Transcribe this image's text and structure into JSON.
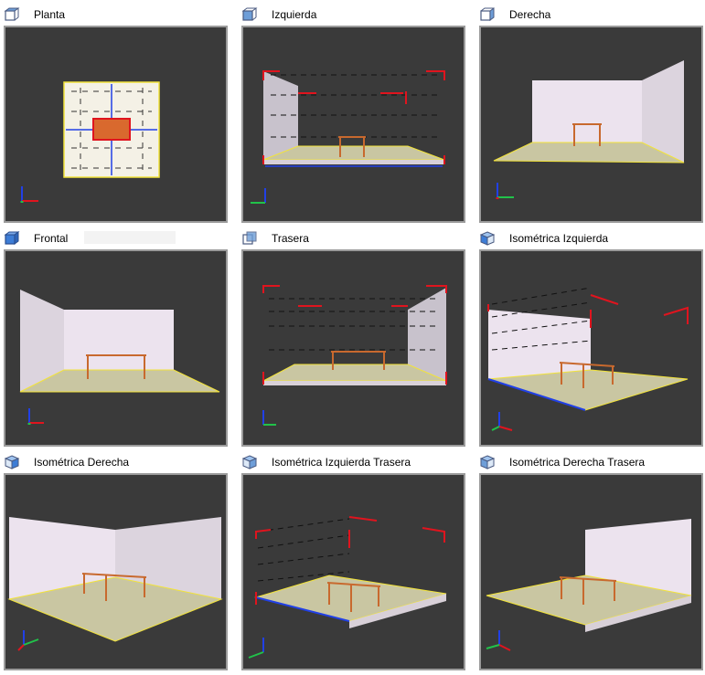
{
  "views": [
    {
      "id": "planta",
      "title": "Planta",
      "icon": "wireframe-cube-top-icon",
      "active": false
    },
    {
      "id": "izquierda",
      "title": "Izquierda",
      "icon": "wireframe-cube-left-icon",
      "active": false
    },
    {
      "id": "derecha",
      "title": "Derecha",
      "icon": "wireframe-cube-right-icon",
      "active": false
    },
    {
      "id": "frontal",
      "title": "Frontal",
      "icon": "solid-cube-front-icon",
      "active": true
    },
    {
      "id": "trasera",
      "title": "Trasera",
      "icon": "wireframe-cube-back-icon",
      "active": false
    },
    {
      "id": "iso-izquierda",
      "title": "Isométrica Izquierda",
      "icon": "iso-cube-left-icon",
      "active": false
    },
    {
      "id": "iso-derecha",
      "title": "Isométrica Derecha",
      "icon": "iso-cube-right-icon",
      "active": false
    },
    {
      "id": "iso-izq-trasera",
      "title": "Isométrica Izquierda Trasera",
      "icon": "iso-cube-left-back-icon",
      "active": false
    },
    {
      "id": "iso-der-trasera",
      "title": "Isométrica Derecha Trasera",
      "icon": "iso-cube-right-back-icon",
      "active": false
    }
  ],
  "colors": {
    "viewport_bg": "#3a3a3a",
    "viewport_border": "#9b9b9b",
    "wall": "#ece3ee",
    "floor": "#c9c6a2",
    "floor_edge": "#f2e33a",
    "table": "#c8692e",
    "dimension_red": "#e0141e",
    "axis_x": "#e0141e",
    "axis_y": "#21c24a",
    "axis_z": "#2140e6"
  }
}
